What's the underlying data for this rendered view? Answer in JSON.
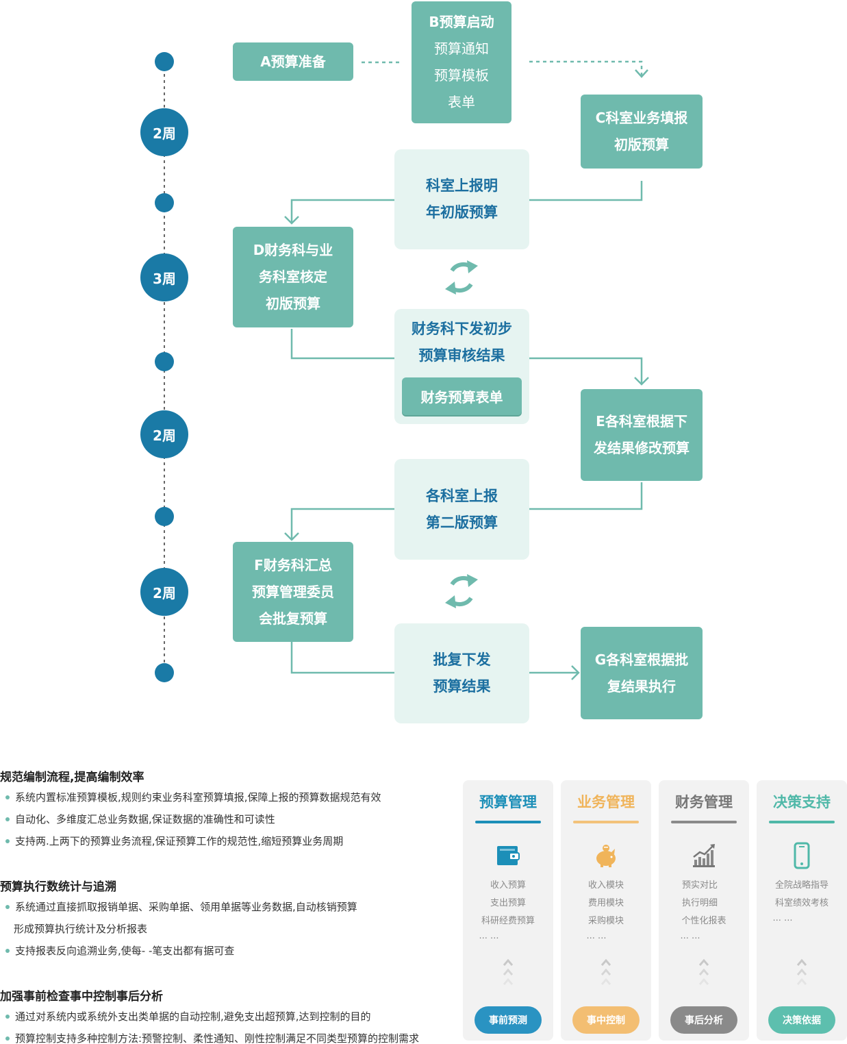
{
  "timeline": {
    "weeks": [
      "2周",
      "3周",
      "2周",
      "2周"
    ]
  },
  "flow": {
    "a": [
      "A预算准备"
    ],
    "b": [
      "B预算启动",
      "预算通知",
      "预算模板",
      "表单"
    ],
    "c": [
      "C科室业务填报",
      "初版预算"
    ],
    "report1": [
      "科室上报明",
      "年初版预算"
    ],
    "d": [
      "D财务科与业",
      "务科室核定",
      "初版预算"
    ],
    "issue": [
      "财务科下发初步",
      "预算审核结果"
    ],
    "issue_btn": "财务预算表单",
    "e": [
      "E各科室根据下",
      "发结果修改预算"
    ],
    "report2": [
      "各科室上报",
      "第二版预算"
    ],
    "f": [
      "F财务科汇总",
      "预算管理委员",
      "会批复预算"
    ],
    "approve": [
      "批复下发",
      "预算结果"
    ],
    "g": [
      "G各科室根据批",
      "复结果执行"
    ]
  },
  "sections": [
    {
      "title": "规范编制流程,提高编制效率",
      "bullets": [
        "系统内置标准预算模板,规则约束业务科室预算填报,保障上报的预算数据规范有效",
        "自动化、多维度汇总业务数据,保证数据的准确性和可读性",
        "支持两.上两下的预算业务流程,保证预算工作的规范性,缩短预算业务周期"
      ]
    },
    {
      "title": "预算执行数统计与追溯",
      "bullets": [
        "系统通过直接抓取报销单据、采购单据、领用单据等业务数据,自动核销预算",
        "支持报表反向追溯业务,使每-  -笔支出都有据可查"
      ],
      "continuation": "形成预算执行统计及分析报表"
    },
    {
      "title": "加强事前检查事中控制事后分析",
      "bullets": [
        "通过对系统内或系统外支出类单据的自动控制,避免支出超预算,达到控制的目的",
        "预算控制支持多种控制方法:预警控制、柔性通知、刚性控制满足不同类型预算的控制需求"
      ]
    }
  ],
  "cards": [
    {
      "title": "预算管理",
      "color": "#1c8fb8",
      "icon": "wallet-icon",
      "items": [
        "收入预算",
        "支出预算",
        "科研经费预算",
        "... ..."
      ],
      "button": "事前预测"
    },
    {
      "title": "业务管理",
      "color": "#f0b45a",
      "icon": "piggy-bank-icon",
      "items": [
        "收入模块",
        "费用模块",
        "采购模块",
        "... ..."
      ],
      "button": "事中控制"
    },
    {
      "title": "财务管理",
      "color": "#7a7a7a",
      "icon": "bar-chart-icon",
      "items": [
        "预实对比",
        "执行明细",
        "个性化报表",
        "... ..."
      ],
      "button": "事后分析"
    },
    {
      "title": "决策支持",
      "color": "#4fb8a8",
      "icon": "phone-icon",
      "items": [
        "全院战略指导",
        "科室绩效考核",
        "... ..."
      ],
      "button": "决策依据"
    }
  ],
  "colors": {
    "timeline": "#1a7aa6",
    "box_dark": "#6fbaad",
    "box_light": "#e6f4f1",
    "box_light_text": "#1c6fa0",
    "connector": "#6fbaad"
  }
}
